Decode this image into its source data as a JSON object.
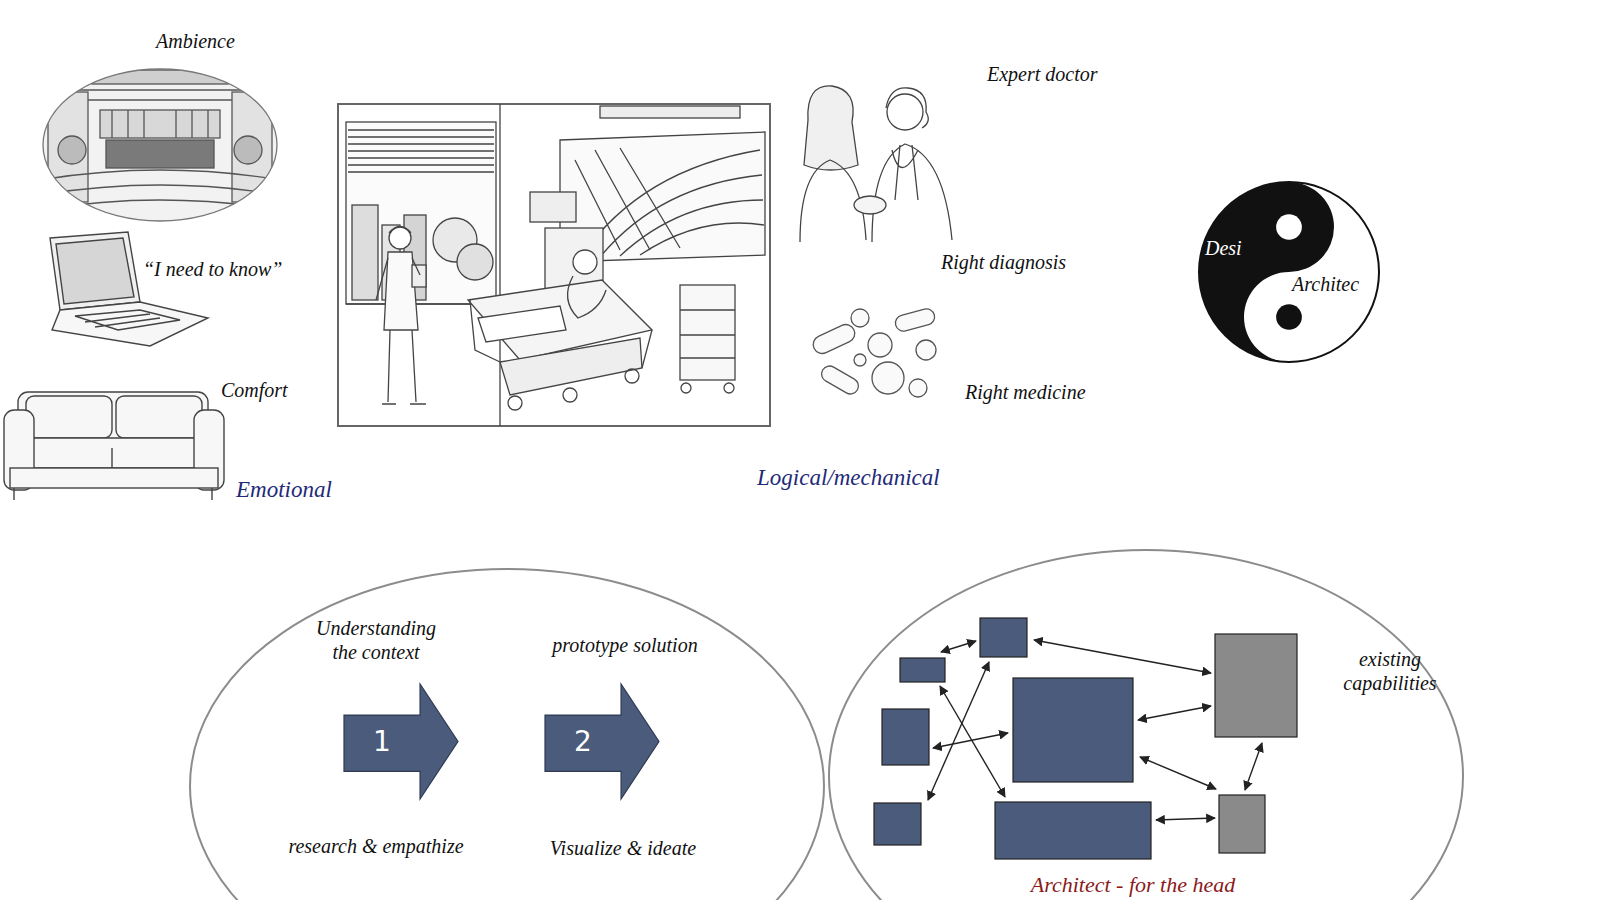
{
  "diagram": {
    "nodes": [
      {
        "text": [
          "Desi",
          "Architec"
        ]
      },
      {
        "text": []
      },
      {
        "text": [
          "Understanding the context",
          "1",
          "research & empathize"
        ],
        "in": 1
      },
      {
        "text": [
          "prototype solution",
          "2",
          "Visualize & ideate"
        ],
        "in": 1
      },
      {
        "text": [
          "existing capabilities",
          "Architect - for the head"
        ]
      }
    ],
    "labels": [
      "Ambience",
      "“I need to know”",
      "Comfort",
      "Emotional",
      "Expert doctor",
      "Right diagnosis",
      "Right medicine",
      "Logical/mechanical"
    ]
  }
}
